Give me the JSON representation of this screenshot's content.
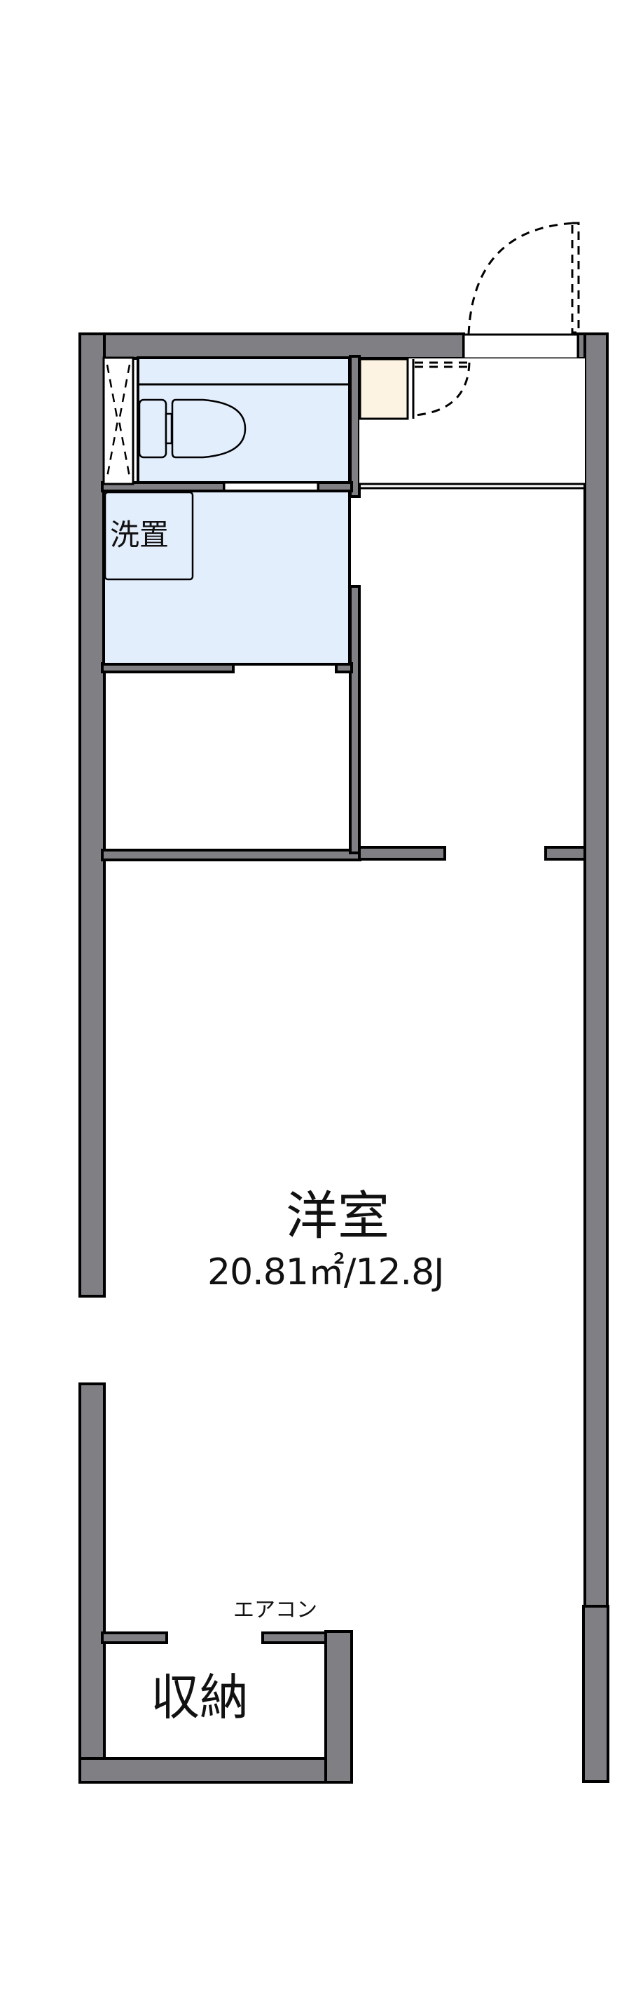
{
  "floor_plan": {
    "type": "1K apartment floor plan",
    "rooms": {
      "main_room": {
        "name": "洋室",
        "area": "20.81㎡/12.8J"
      },
      "washroom": {
        "label": "洗置"
      },
      "storage": {
        "label": "収納"
      },
      "air_conditioner": {
        "label": "エアコン"
      }
    },
    "colors": {
      "wall": "#807f84",
      "wet_area": "#e3eefd",
      "storage": "#fdf3e3",
      "background": "#ffffff"
    }
  }
}
